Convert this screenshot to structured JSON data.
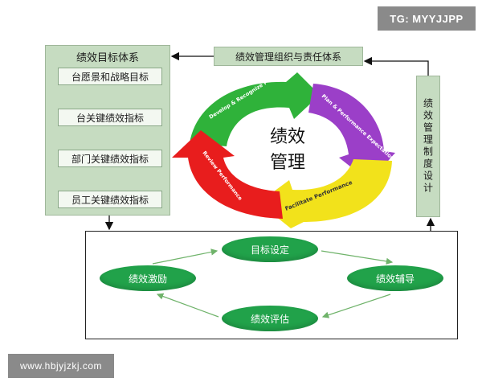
{
  "watermarks": {
    "top_right": "TG: MYYJJPP",
    "bottom_left": "www.hbjyjzkj.com"
  },
  "left_panel": {
    "title": "绩效目标体系",
    "items": [
      "台愿景和战略目标",
      "台关键绩效指标",
      "部门关键绩效指标",
      "员工关键绩效指标"
    ]
  },
  "top_box": {
    "label": "绩效管理组织与责任体系"
  },
  "right_panel": {
    "label": "绩效管理制度设计"
  },
  "cycle": {
    "center_line1": "绩效",
    "center_line2": "管理",
    "arrows": [
      {
        "label": "Develop & Recognize Performance",
        "color": "#2fb23a"
      },
      {
        "label": "Plan & Performance Expectations",
        "color": "#9b3fc8"
      },
      {
        "label": "Facilitate Performance",
        "color": "#f2e21b"
      },
      {
        "label": "Review Performance",
        "color": "#e81d1d"
      }
    ]
  },
  "bottom_cycle": {
    "top": "目标设定",
    "right": "绩效辅导",
    "bottom": "绩效评估",
    "left": "绩效激励"
  }
}
